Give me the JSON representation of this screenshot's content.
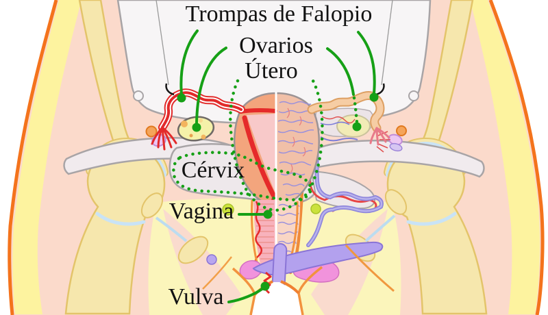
{
  "diagram": {
    "labels": {
      "trompas_de_falopio": "Trompas de Falopio",
      "ovarios": "Ovarios",
      "utero": "Útero",
      "cervix": "Cérvix",
      "vagina": "Vagina",
      "vulva": "Vulva"
    },
    "annotation": {
      "leader_line_color": "#16a016",
      "dotted_outline_color": "#16a016",
      "thin_pointer_color": "#9a9a9a",
      "label_text_color": "#121212"
    },
    "palette": {
      "body_outline_orange": "#f4731c",
      "subcutaneous_fat_yellow": "#fdf39f",
      "flesh_pink": "#fbdacb",
      "central_fat_pale_yellow": "#fbf5bb",
      "bone_fill": "#f6e7ad",
      "bone_outline": "#e3c46a",
      "cartilage_blue": "#c9e3f6",
      "cavity_gray": "#f7f5f6",
      "peritoneum_gray": "#efe9ec",
      "uterus_cut_half": "#f3a57d",
      "uterus_outer_half": "#f1c0a8",
      "endometrium_red": "#e52a2a",
      "fallopian_tube_red": "#e22a2a",
      "ovary_yellow": "#f5f1a9",
      "vein_purple": "#8e86dc",
      "artery_red": "#e52a2a",
      "ureter_orange": "#ef8a3a",
      "pelvic_floor_purple": "#b3a1ee",
      "erectile_magenta": "#f193dc",
      "lymph_node_green": "#cbe23c",
      "vagina_cut_pink": "#f8b2bc"
    }
  }
}
